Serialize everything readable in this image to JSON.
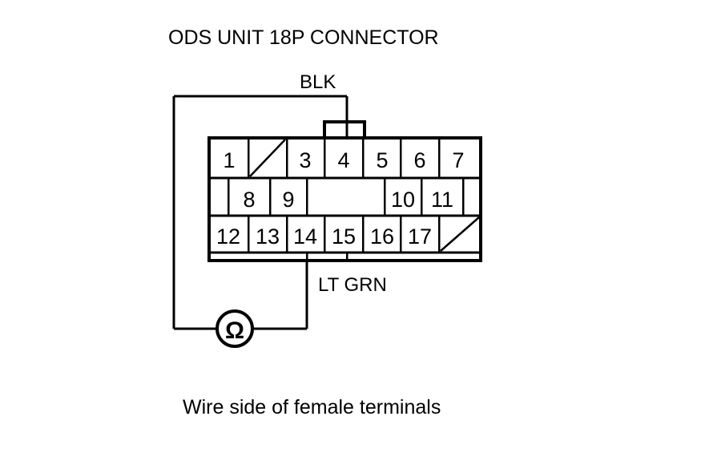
{
  "title": "ODS UNIT 18P CONNECTOR",
  "caption": "Wire side of female terminals",
  "wires": {
    "top_label": "BLK",
    "bottom_label": "LT GRN"
  },
  "meter": {
    "symbol": "Ω",
    "name": "ohmmeter"
  },
  "colors": {
    "line": "#000000",
    "background": "#ffffff",
    "text": "#000000"
  },
  "connector": {
    "rows": [
      {
        "cells": [
          {
            "label": "1",
            "blank": false
          },
          {
            "label": "",
            "blank": true
          },
          {
            "label": "3",
            "blank": false
          },
          {
            "label": "4",
            "blank": false
          },
          {
            "label": "5",
            "blank": false
          },
          {
            "label": "6",
            "blank": false
          },
          {
            "label": "7",
            "blank": false
          }
        ]
      },
      {
        "cells": [
          {
            "label": "",
            "blank": true
          },
          {
            "label": "8",
            "blank": false
          },
          {
            "label": "9",
            "blank": false
          },
          {
            "label": "",
            "blank": true
          },
          {
            "label": "10",
            "blank": false
          },
          {
            "label": "11",
            "blank": false
          },
          {
            "label": "",
            "blank": true
          }
        ]
      },
      {
        "cells": [
          {
            "label": "12",
            "blank": false
          },
          {
            "label": "13",
            "blank": false
          },
          {
            "label": "14",
            "blank": false
          },
          {
            "label": "15",
            "blank": false
          },
          {
            "label": "16",
            "blank": false
          },
          {
            "label": "17",
            "blank": false
          },
          {
            "label": "",
            "blank": true
          }
        ]
      }
    ]
  }
}
